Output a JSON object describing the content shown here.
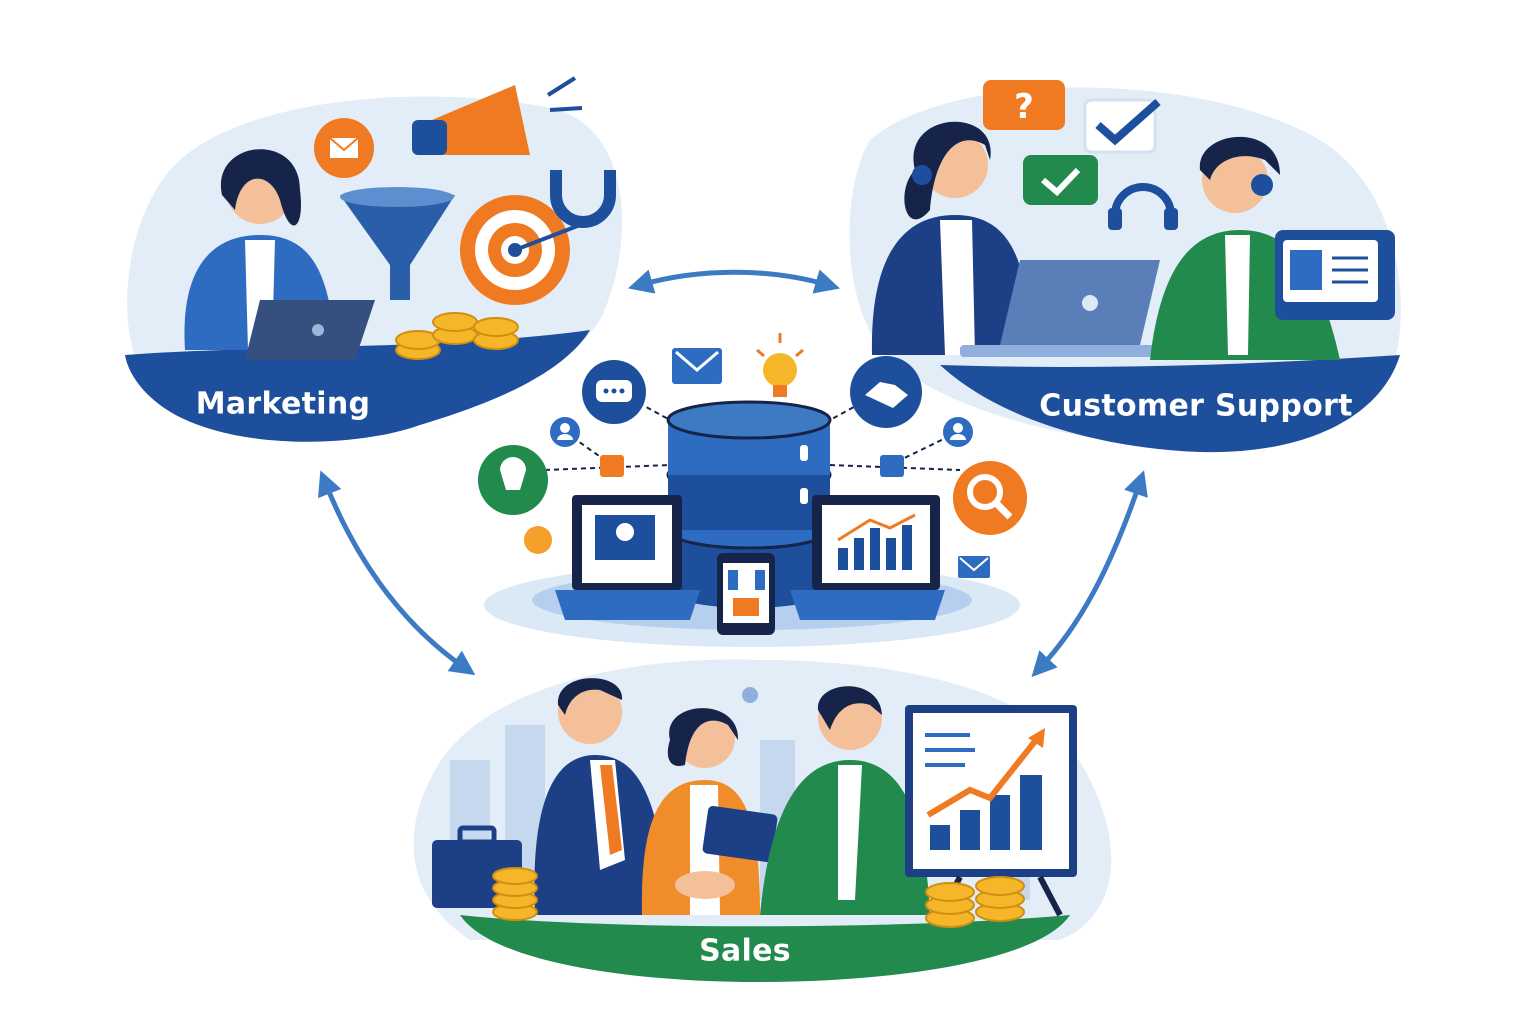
{
  "sections": {
    "marketing": {
      "label": "Marketing"
    },
    "customer_support": {
      "label": "Customer Support"
    },
    "sales": {
      "label": "Sales"
    }
  },
  "colors": {
    "navy": "#1d4f9c",
    "blue": "#2d6cc0",
    "light_blue": "#dbe8f6",
    "orange": "#f07a22",
    "green": "#238a4e",
    "gold": "#f5b62a"
  }
}
